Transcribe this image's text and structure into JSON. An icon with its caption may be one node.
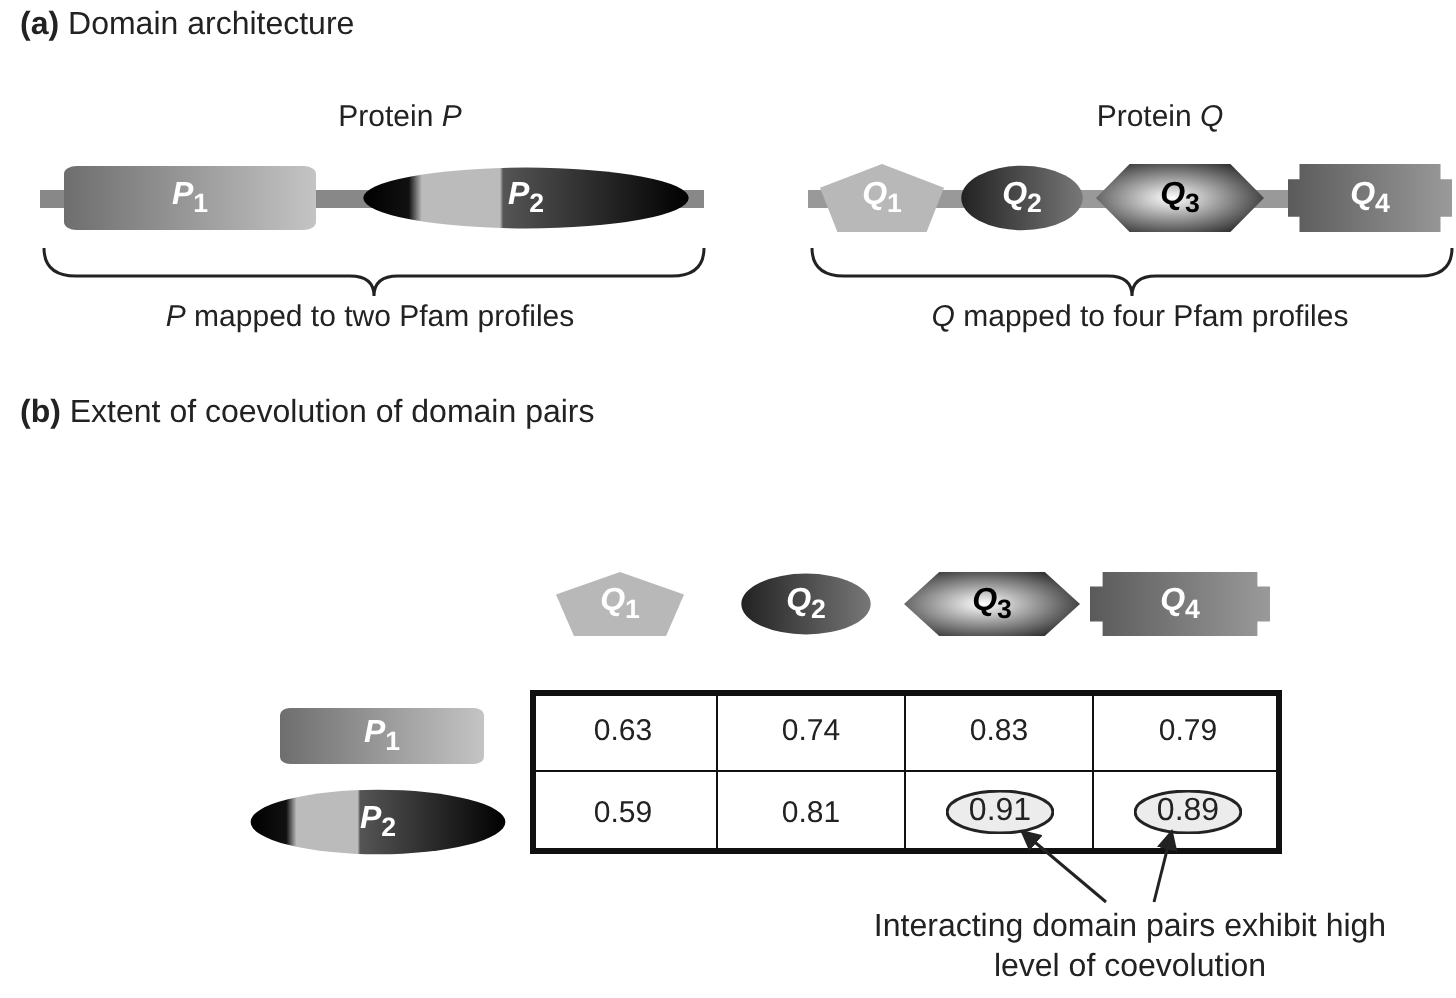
{
  "diagram": {
    "nodes": [
      {
        "text": [
          "*P*$_{1}$"
        ]
      },
      {
        "text": [
          "*P*$_{2}$"
        ]
      },
      {
        "text": [
          "*Q*$_{1}$"
        ]
      },
      {
        "text": [
          "*Q*$_{2}$"
        ]
      },
      {
        "text": [
          "*Q*$_{3}$"
        ]
      },
      {
        "text": [
          "*Q*$_{4}$"
        ]
      },
      {
        "text": [
          "*Q*$_{1}$"
        ]
      },
      {
        "text": [
          "*Q*$_{2}$"
        ]
      },
      {
        "text": [
          "*Q*$_{3}$"
        ]
      },
      {
        "text": [
          "*Q*$_{4}$"
        ]
      },
      {
        "text": [
          "*P*$_{1}$"
        ]
      },
      {
        "text": [
          "*P*$_{2}$"
        ]
      },
      {
        "text": [
          "0.91"
        ]
      },
      {
        "text": [
          "0.89"
        ]
      },
      {
        "text": [
          "Interacting domain pairs exhibit high level of coevolution"
        ]
      }
    ],
    "edges": [
      {
        "from": 14,
        "to": 12,
        "arrow": "to"
      },
      {
        "from": 14,
        "to": 13,
        "arrow": "to"
      }
    ],
    "labels": [
      "**(a)** Domain architecture",
      "Protein *P*",
      "Protein *Q*",
      "*P* mapped to two Pfam profiles",
      "*Q* mapped to four Pfam profiles",
      "**(b)** Extent of coevolution of domain pairs",
      "0.63",
      "0.74",
      "0.83",
      "0.79",
      "0.59",
      "0.81"
    ]
  }
}
